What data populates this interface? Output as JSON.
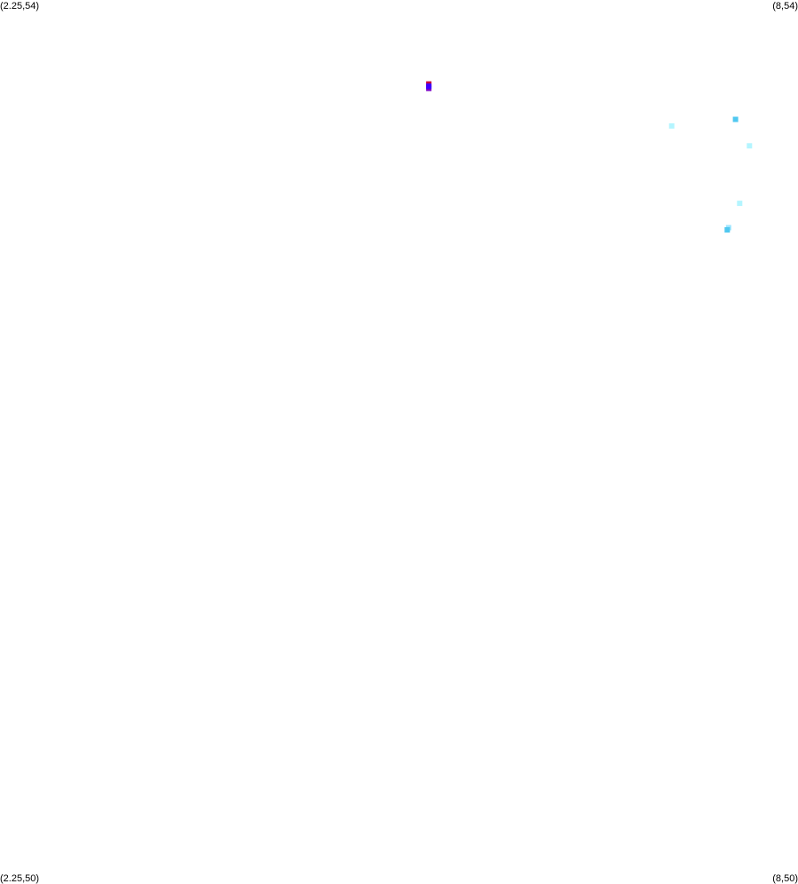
{
  "corners": {
    "top_left": "(2.25,54)",
    "top_right": "(8,54)",
    "bottom_left": "(2.25,50)",
    "bottom_right": "(8,50)"
  },
  "extent": {
    "x_min": 2.25,
    "x_max": 8,
    "y_min": 50,
    "y_max": 54
  },
  "points": [
    {
      "x": 5.34,
      "y": 53.6,
      "color": "#7a00c8"
    },
    {
      "x": 5.34,
      "y": 53.62,
      "color": "#c8003c"
    },
    {
      "x": 5.34,
      "y": 53.61,
      "color": "#3c00ff"
    },
    {
      "x": 7.09,
      "y": 53.43,
      "color": "#b4f5ff"
    },
    {
      "x": 7.55,
      "y": 53.46,
      "color": "#50c8f0"
    },
    {
      "x": 7.65,
      "y": 53.34,
      "color": "#b4f5ff"
    },
    {
      "x": 7.58,
      "y": 53.08,
      "color": "#b4f5ff"
    },
    {
      "x": 7.5,
      "y": 52.97,
      "color": "#a0e6ff"
    },
    {
      "x": 7.49,
      "y": 52.96,
      "color": "#50c8f0"
    }
  ]
}
